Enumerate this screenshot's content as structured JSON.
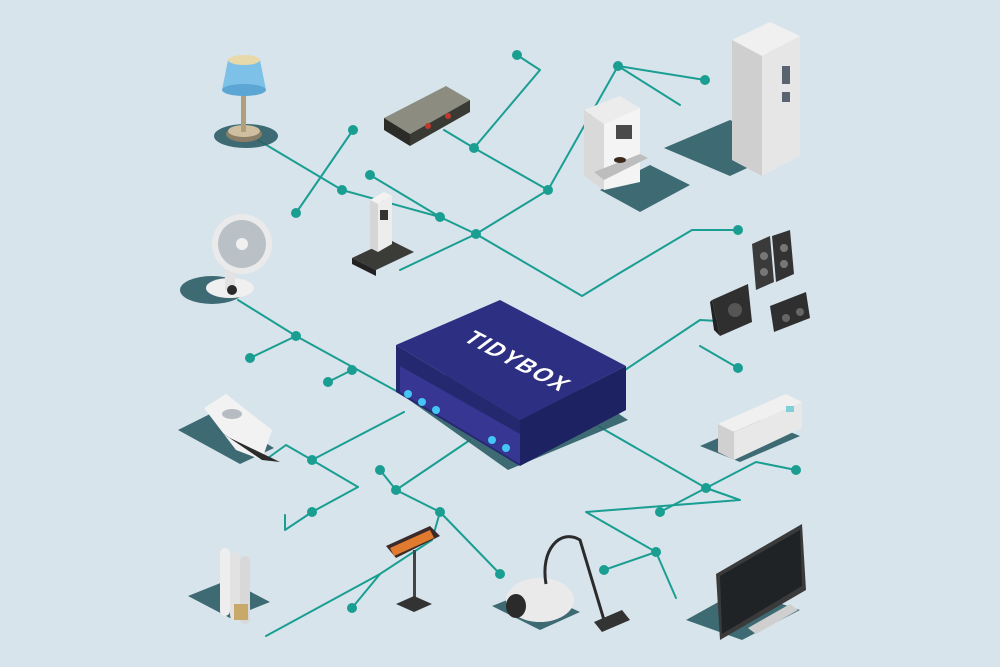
{
  "hub": {
    "brand_label": "TIDYBOX",
    "top_color": "#2c2f82",
    "side_color": "#24296f",
    "led_color": "#43c6f5"
  },
  "wire_color": "#1a9e92",
  "background": "#d8e4ec",
  "devices": [
    {
      "name": "floor-lamp",
      "icon": "lamp-icon"
    },
    {
      "name": "stereo-receiver",
      "icon": "amplifier-icon"
    },
    {
      "name": "coffee-machine",
      "icon": "coffee-machine-icon"
    },
    {
      "name": "refrigerator",
      "icon": "fridge-icon"
    },
    {
      "name": "desk-fan",
      "icon": "fan-icon"
    },
    {
      "name": "cordless-phone",
      "icon": "phone-icon"
    },
    {
      "name": "speaker-system",
      "icon": "speakers-icon"
    },
    {
      "name": "air-conditioner",
      "icon": "air-conditioner-icon"
    },
    {
      "name": "clothes-iron",
      "icon": "iron-icon"
    },
    {
      "name": "infrared-heater",
      "icon": "heater-icon"
    },
    {
      "name": "oil-radiator",
      "icon": "radiator-icon"
    },
    {
      "name": "vacuum-cleaner",
      "icon": "vacuum-icon"
    },
    {
      "name": "television",
      "icon": "tv-icon"
    }
  ]
}
